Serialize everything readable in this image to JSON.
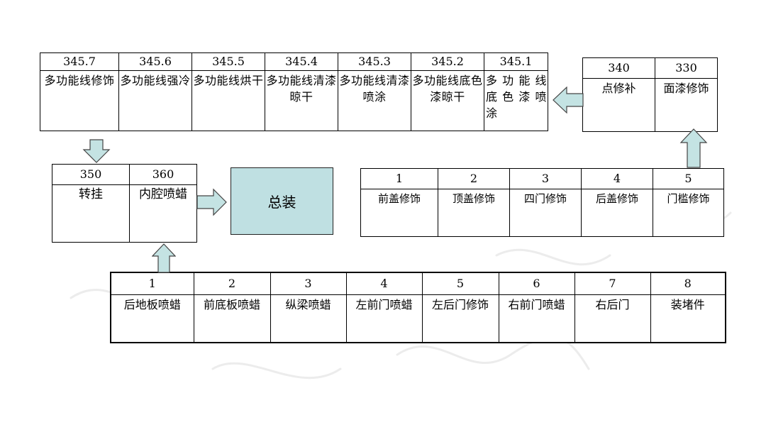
{
  "block_345": {
    "cells": [
      {
        "num": "345.7",
        "label": "多功能线修饰"
      },
      {
        "num": "345.6",
        "label": "多功能线强冷"
      },
      {
        "num": "345.5",
        "label": "多功能线烘干"
      },
      {
        "num": "345.4",
        "label": "多功能线清漆晾干"
      },
      {
        "num": "345.3",
        "label": "多功能线清漆喷涂"
      },
      {
        "num": "345.2",
        "label": "多功能线底色漆晾干"
      },
      {
        "num": "345.1",
        "label": "多 功 能 线 底 色 漆 喷 涂"
      }
    ]
  },
  "block_340": {
    "cells": [
      {
        "num": "340",
        "label": "点修补"
      },
      {
        "num": "330",
        "label": "面漆修饰"
      }
    ]
  },
  "block_350": {
    "cells": [
      {
        "num": "350",
        "label": "转挂"
      },
      {
        "num": "360",
        "label": "内腔喷蜡"
      }
    ]
  },
  "final_assembly": {
    "label": "总装"
  },
  "block_1to5": {
    "cells": [
      {
        "num": "1",
        "label": "前盖修饰"
      },
      {
        "num": "2",
        "label": "顶盖修饰"
      },
      {
        "num": "3",
        "label": "四门修饰"
      },
      {
        "num": "4",
        "label": "后盖修饰"
      },
      {
        "num": "5",
        "label": "门槛修饰"
      }
    ]
  },
  "block_1to8": {
    "cells": [
      {
        "num": "1",
        "label": "后地板喷蜡"
      },
      {
        "num": "2",
        "label": "前底板喷蜡"
      },
      {
        "num": "3",
        "label": "纵梁喷蜡"
      },
      {
        "num": "4",
        "label": "左前门喷蜡"
      },
      {
        "num": "5",
        "label": "左后门修饰"
      },
      {
        "num": "6",
        "label": "右前门喷蜡"
      },
      {
        "num": "7",
        "label": "右后门"
      },
      {
        "num": "8",
        "label": "装堵件"
      }
    ]
  },
  "colors": {
    "arrow_fill": "#c4e3e3",
    "box_fill": "#bfe0e2",
    "line": "#000000"
  }
}
